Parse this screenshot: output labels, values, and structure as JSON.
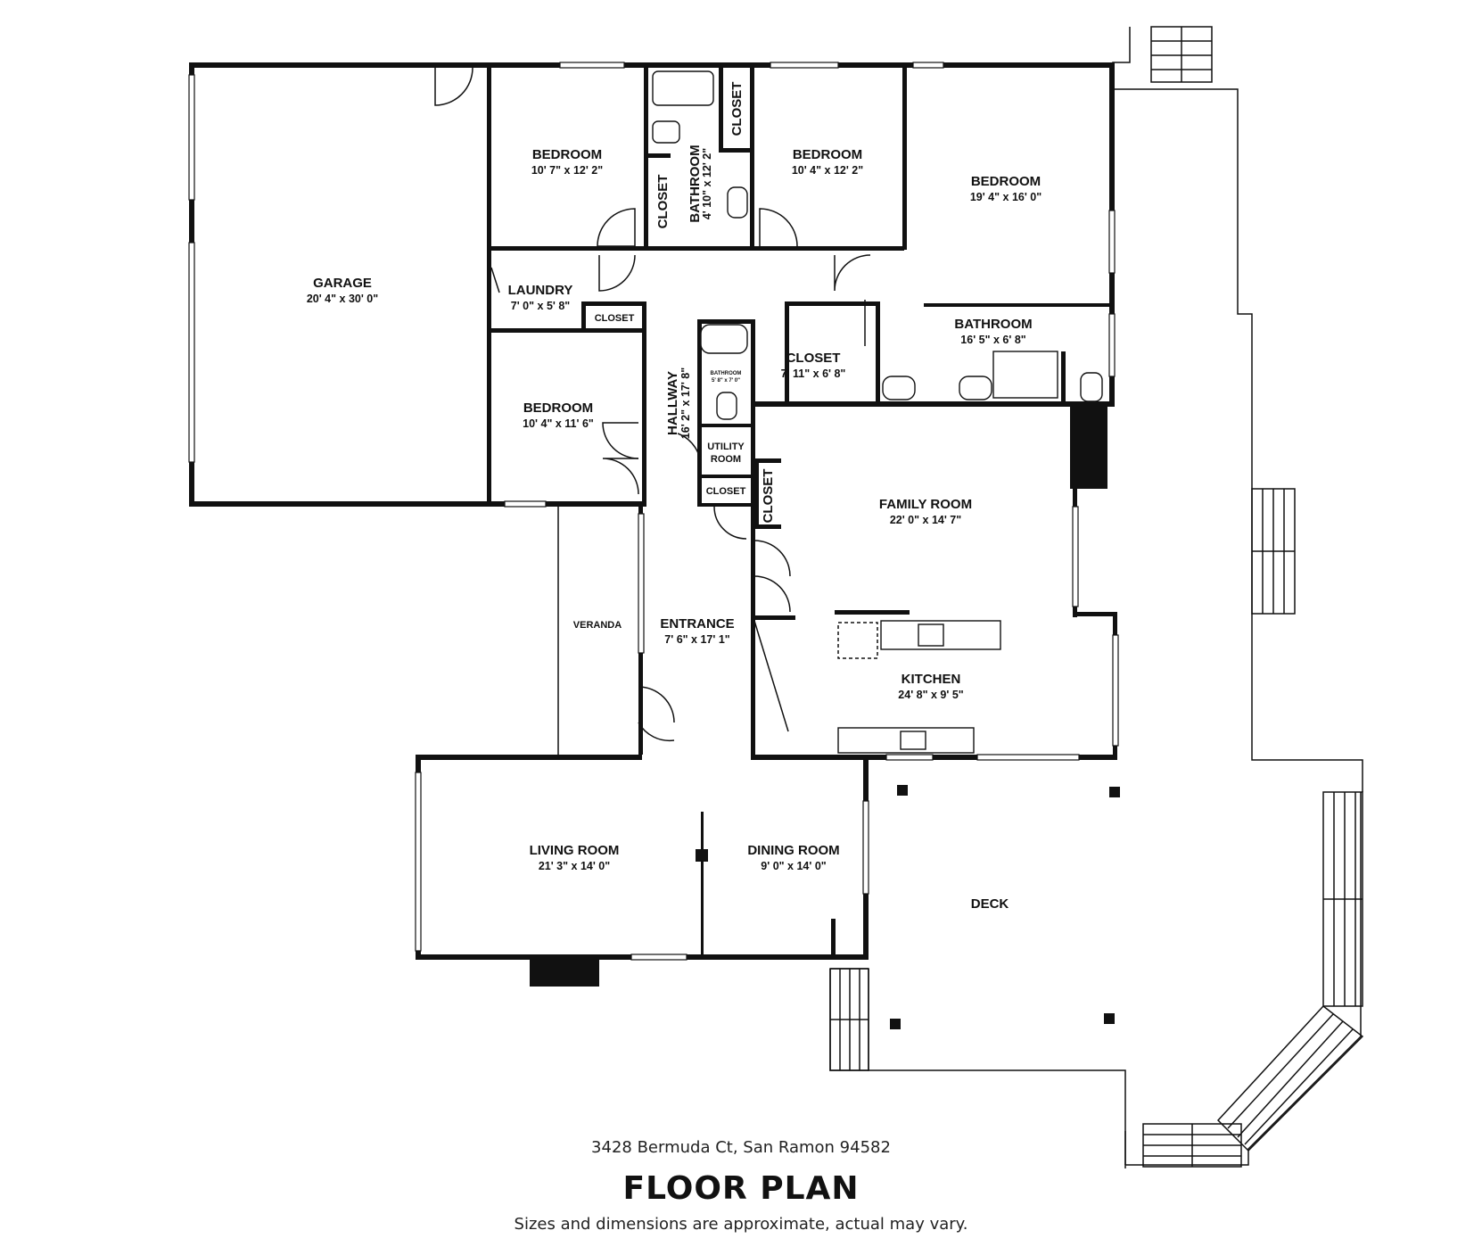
{
  "rooms": {
    "garage": {
      "name": "GARAGE",
      "dims": "20' 4\" x 30' 0\""
    },
    "bedroom1": {
      "name": "BEDROOM",
      "dims": "10' 7\" x 12' 2\""
    },
    "bathroom1": {
      "name": "BATHROOM",
      "dims": "4' 10\" x 12' 2\""
    },
    "closet_bath1": {
      "name": "CLOSET"
    },
    "closet_top": {
      "name": "CLOSET"
    },
    "bedroom2": {
      "name": "BEDROOM",
      "dims": "10' 4\" x 12' 2\""
    },
    "bedroom3": {
      "name": "BEDROOM",
      "dims": "19' 4\" x 16' 0\""
    },
    "laundry": {
      "name": "LAUNDRY",
      "dims": "7' 0\" x 5' 8\""
    },
    "closet_laundry": {
      "name": "CLOSET"
    },
    "bedroom4": {
      "name": "BEDROOM",
      "dims": "10' 4\" x 11' 6\""
    },
    "hallway": {
      "name": "HALLWAY",
      "dims": "16' 2\" x 17' 8\""
    },
    "bathroom_small": {
      "name": "BATHROOM",
      "dims": "5' 8\" x 7' 0\""
    },
    "utility": {
      "name_line1": "UTILITY",
      "name_line2": "ROOM"
    },
    "closet_utility": {
      "name": "CLOSET"
    },
    "closet_family": {
      "name": "CLOSET"
    },
    "closet_master": {
      "name": "CLOSET",
      "dims": "7' 11\" x 6' 8\""
    },
    "bathroom2": {
      "name": "BATHROOM",
      "dims": "16' 5\" x 6' 8\""
    },
    "family": {
      "name": "FAMILY ROOM",
      "dims": "22' 0\" x 14' 7\""
    },
    "veranda": {
      "name": "VERANDA"
    },
    "entrance": {
      "name": "ENTRANCE",
      "dims": "7' 6\" x 17' 1\""
    },
    "kitchen": {
      "name": "KITCHEN",
      "dims": "24' 8\" x 9' 5\""
    },
    "living": {
      "name": "LIVING ROOM",
      "dims": "21' 3\" x 14' 0\""
    },
    "dining": {
      "name": "DINING ROOM",
      "dims": "9' 0\" x 14' 0\""
    },
    "deck": {
      "name": "DECK"
    }
  },
  "footer": {
    "address": "3428 Bermuda Ct, San Ramon 94582",
    "title": "FLOOR PLAN",
    "disclaimer": "Sizes and dimensions are approximate, actual may vary."
  }
}
